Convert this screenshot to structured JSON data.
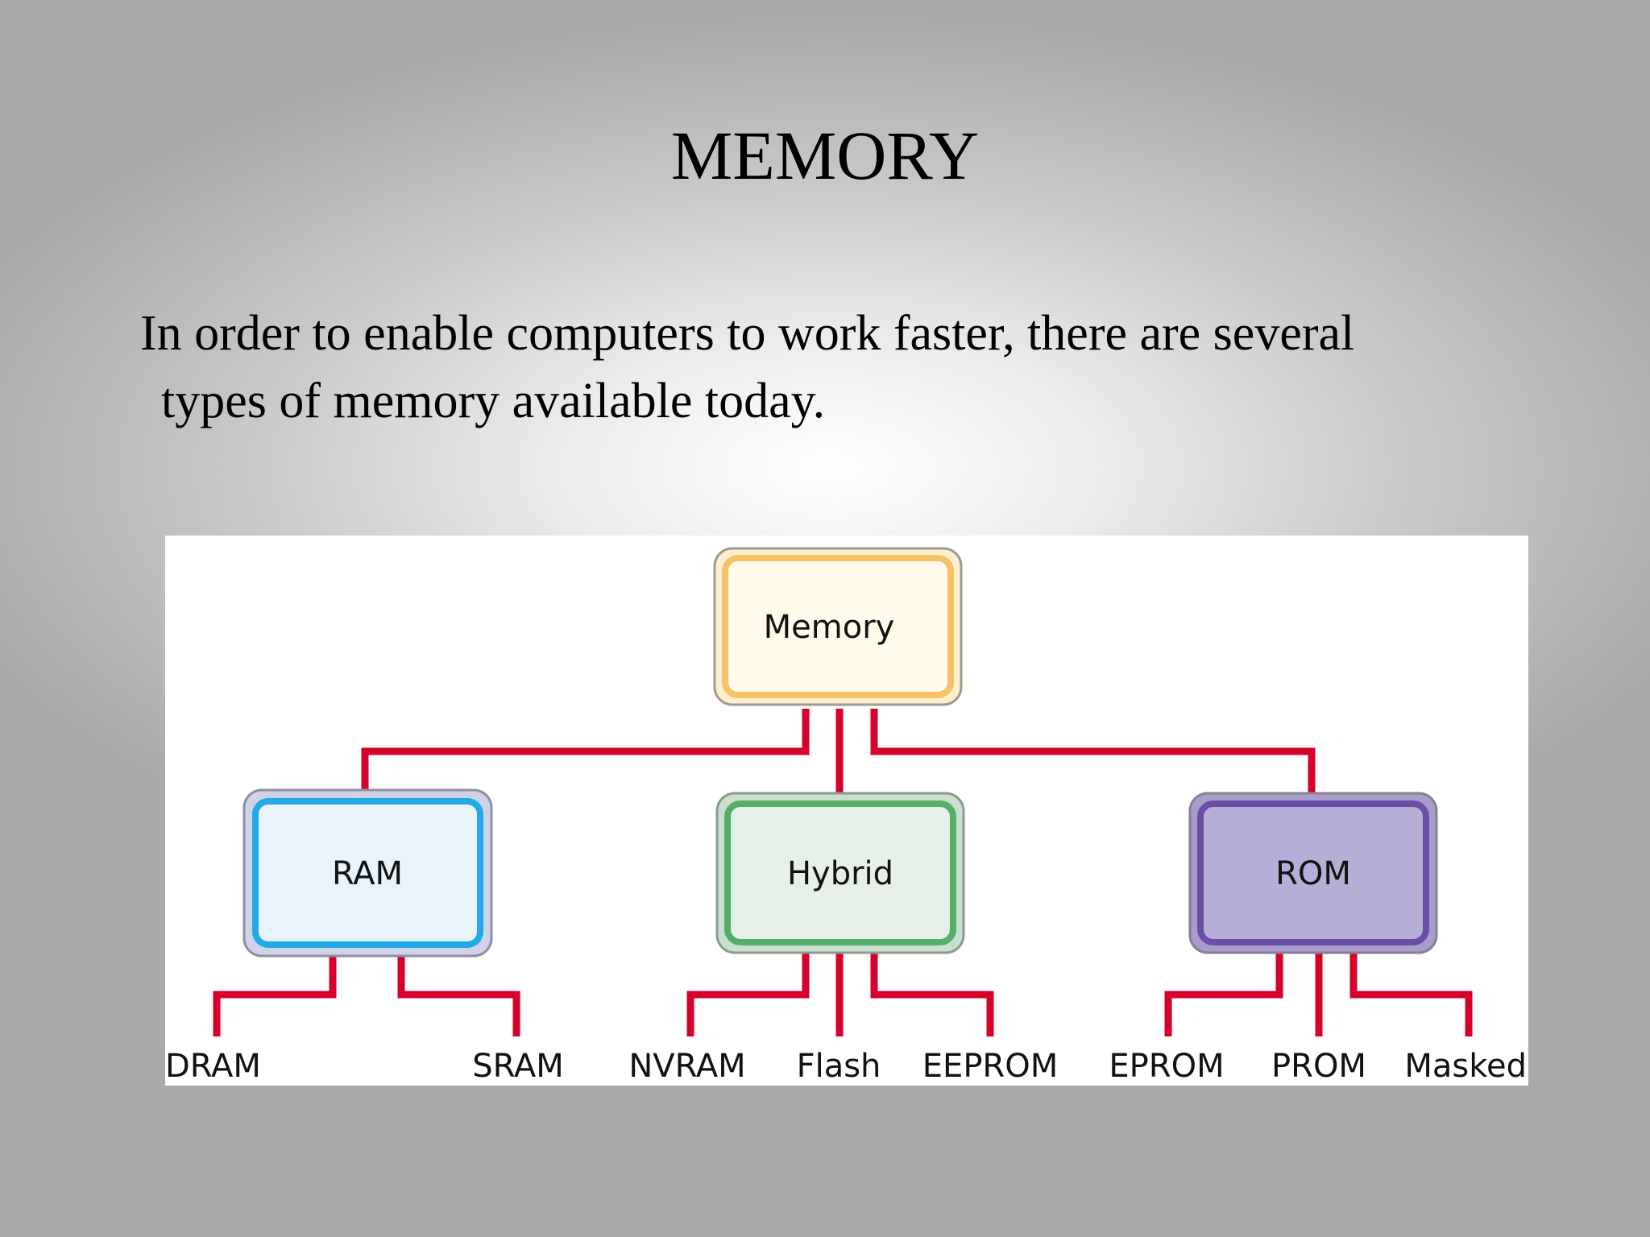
{
  "slide": {
    "title": "MEMORY",
    "body_line1": "In order to enable computers to work faster, there are several",
    "body_line2": "types of memory available today."
  },
  "diagram": {
    "root": {
      "label": "Memory"
    },
    "categories": [
      {
        "label": "RAM",
        "children": [
          "DRAM",
          "SRAM"
        ]
      },
      {
        "label": "Hybrid",
        "children": [
          "NVRAM",
          "Flash",
          "EEPROM"
        ]
      },
      {
        "label": "ROM",
        "children": [
          "EPROM",
          "PROM",
          "Masked"
        ]
      }
    ]
  },
  "colors": {
    "connector": "#d6002b",
    "root_border": "#f6c266",
    "root_fill": "#fffaea",
    "ram_border": "#22a9e8",
    "ram_fill": "#e8f3fc",
    "hybrid_border": "#55ae6a",
    "hybrid_fill": "#e6f0e8",
    "rom_border": "#6b4fa6",
    "rom_fill": "#b7aed7"
  }
}
